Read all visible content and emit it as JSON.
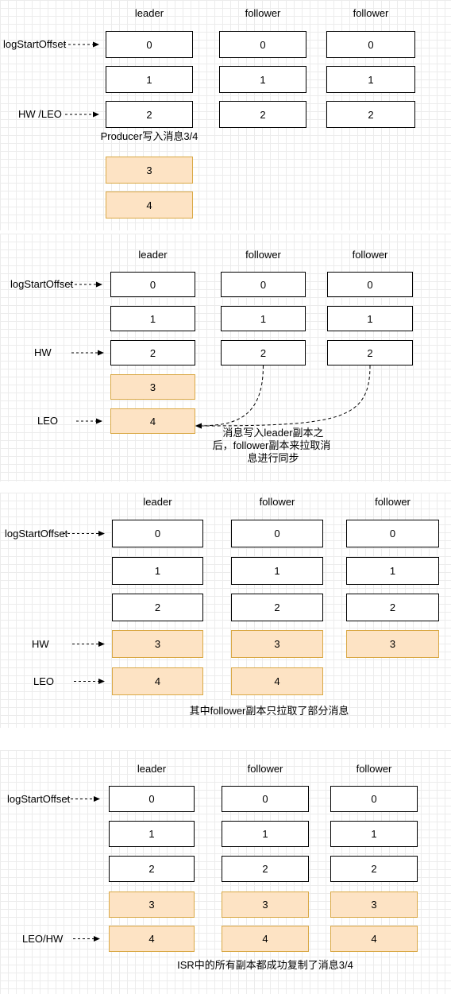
{
  "panels": [
    {
      "headers": [
        "leader",
        "follower",
        "follower"
      ],
      "pointers": [
        {
          "text": "logStartOffset",
          "row": 0
        },
        {
          "text": "HW /LEO",
          "row": 2
        }
      ],
      "columns": [
        [
          "0",
          "1",
          "2",
          "3",
          "4"
        ],
        [
          "0",
          "1",
          "2"
        ],
        [
          "0",
          "1",
          "2"
        ]
      ],
      "new_from": 3,
      "captions": [
        "Producer写入消息3/4"
      ]
    },
    {
      "headers": [
        "leader",
        "follower",
        "follower"
      ],
      "pointers": [
        {
          "text": "logStartOffset",
          "row": 0
        },
        {
          "text": "HW",
          "row": 2
        },
        {
          "text": "LEO",
          "row": 4
        }
      ],
      "columns": [
        [
          "0",
          "1",
          "2",
          "3",
          "4"
        ],
        [
          "0",
          "1",
          "2"
        ],
        [
          "0",
          "1",
          "2"
        ]
      ],
      "new_from": 3,
      "captions": [
        "消息写入leader副本之",
        "后，follower副本来拉取消",
        "息进行同步"
      ]
    },
    {
      "headers": [
        "leader",
        "follower",
        "follower"
      ],
      "pointers": [
        {
          "text": "logStartOffset",
          "row": 0
        },
        {
          "text": "HW",
          "row": 3
        },
        {
          "text": "LEO",
          "row": 4
        }
      ],
      "columns": [
        [
          "0",
          "1",
          "2",
          "3",
          "4"
        ],
        [
          "0",
          "1",
          "2",
          "3",
          "4"
        ],
        [
          "0",
          "1",
          "2",
          "3"
        ]
      ],
      "new_from": 3,
      "captions": [
        "其中follower副本只拉取了部分消息"
      ]
    },
    {
      "headers": [
        "leader",
        "follower",
        "follower"
      ],
      "pointers": [
        {
          "text": "logStartOffset",
          "row": 0
        },
        {
          "text": "LEO/HW",
          "row": 4
        }
      ],
      "columns": [
        [
          "0",
          "1",
          "2",
          "3",
          "4"
        ],
        [
          "0",
          "1",
          "2",
          "3",
          "4"
        ],
        [
          "0",
          "1",
          "2",
          "3",
          "4"
        ]
      ],
      "new_from": 3,
      "captions": [
        "ISR中的所有副本都成功复制了消息3/4"
      ]
    }
  ]
}
